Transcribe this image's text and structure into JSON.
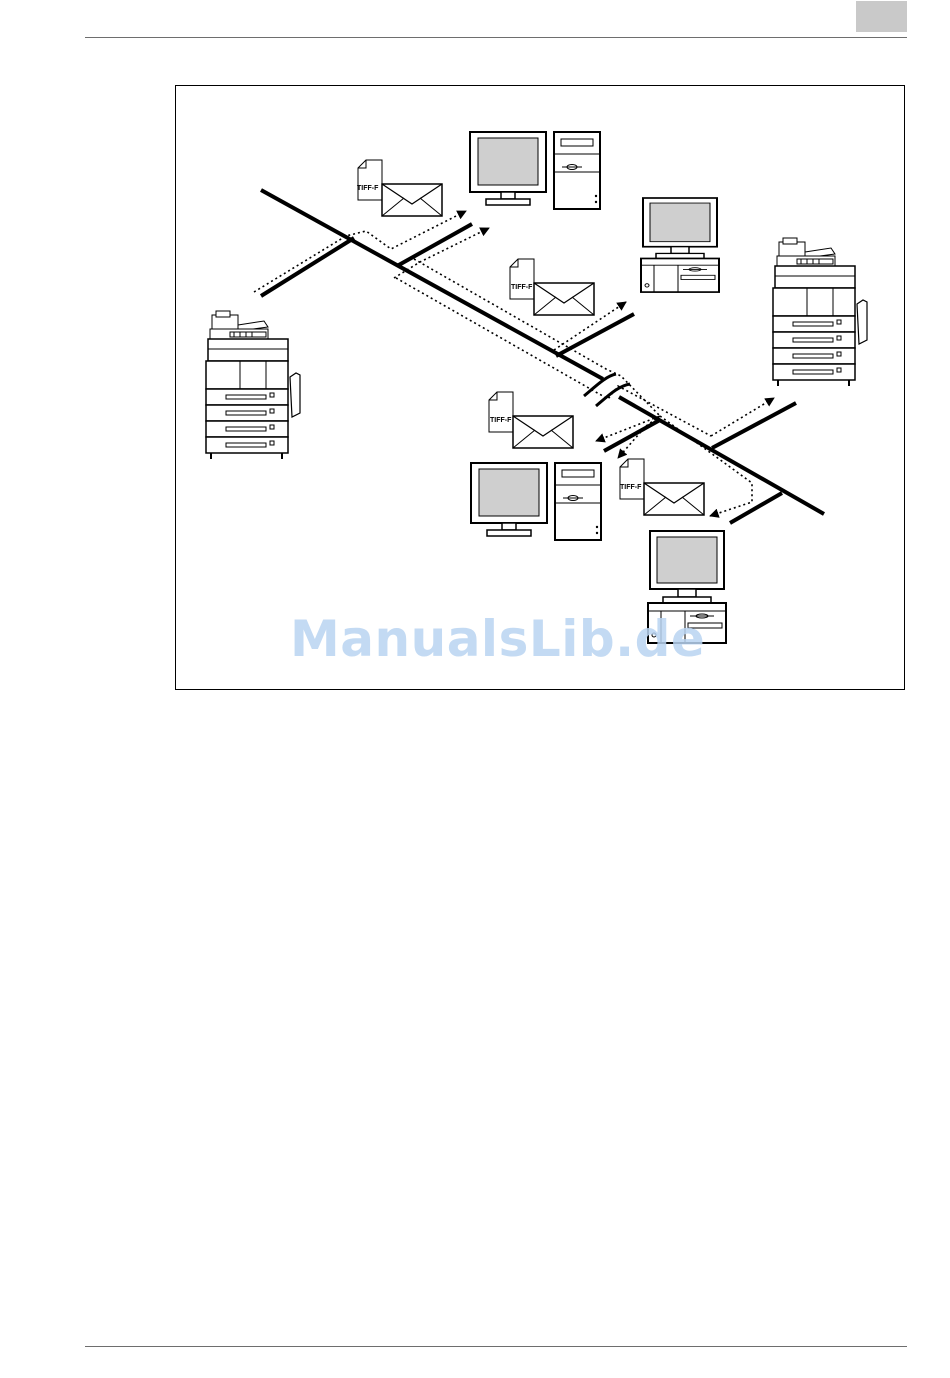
{
  "watermark": {
    "text": "ManualsLib.de"
  },
  "diagram": {
    "attachments": [
      {
        "label": "TIFF-F"
      },
      {
        "label": "TIFF-F"
      },
      {
        "label": "TIFF-F"
      },
      {
        "label": "TIFF-F"
      }
    ]
  },
  "colors": {
    "line": "#000000",
    "screen": "#cfcfcf",
    "tab": "#c9c9c9",
    "watermark": "#b9d4f1"
  }
}
